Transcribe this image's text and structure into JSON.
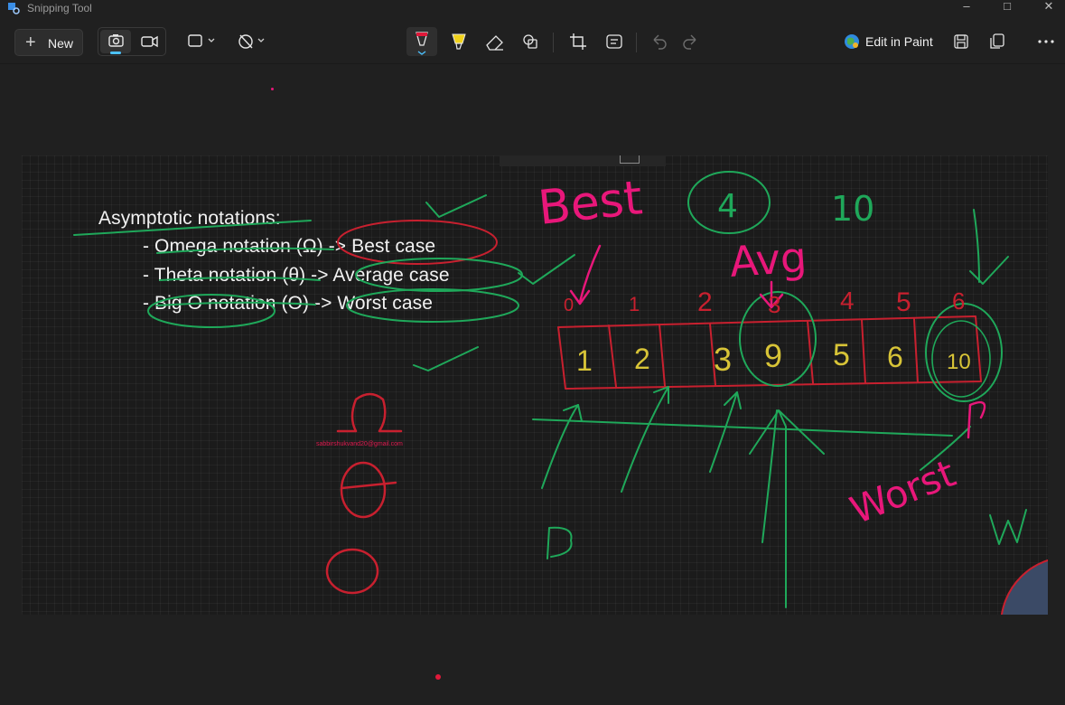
{
  "app": {
    "title": "Snipping Tool"
  },
  "toolbar": {
    "new_label": "New",
    "edit_in_paint_label": "Edit in Paint"
  },
  "icons": [
    "camera-icon",
    "video-icon",
    "rectangle-snip-icon",
    "timer-off-icon",
    "pen-icon",
    "highlighter-icon",
    "eraser-icon",
    "shapes-icon",
    "crop-icon",
    "text-actions-icon",
    "undo-icon",
    "redo-icon",
    "paint-globe-icon",
    "save-icon",
    "copy-icon",
    "more-icon"
  ],
  "slide": {
    "heading": "Asymptotic notations:",
    "lines": [
      "- Omega notation (Ω)  -> Best case",
      "-  Theta notation (θ)  -> Average case",
      "- Big O notation (O)  -> Worst case"
    ]
  },
  "annotations": {
    "best": "Best",
    "avg": "Avg",
    "worst": "Worst",
    "circled_count": "4",
    "total_count": "10",
    "b_letter": "B",
    "w_letter": "W",
    "omega_symbol": "Ω",
    "theta_symbol": "θ",
    "o_symbol": "O",
    "email": "sabbirshukvand20@gmail.com",
    "array_values": [
      "1",
      "2",
      "3",
      "9",
      "5",
      "6",
      "10"
    ],
    "indices": [
      "0",
      "1",
      "2",
      "3",
      "4",
      "5",
      "6"
    ]
  },
  "colors": {
    "pen_pink": "#e8177a",
    "pen_green": "#1fa85a",
    "pen_red": "#c8202f",
    "pen_yellow": "#d8c437",
    "accent": "#4cc2ff"
  }
}
